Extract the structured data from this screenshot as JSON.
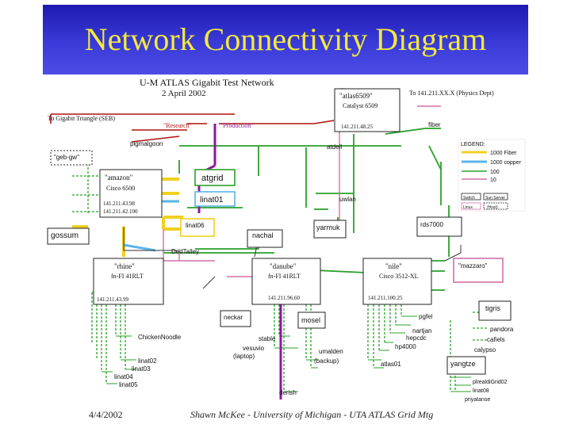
{
  "slide": {
    "title": "Network Connectivity Diagram",
    "date": "4/4/2002",
    "credit": "Shawn McKee - University of Michigan - UTA ATLAS Grid Mtg"
  },
  "diagram": {
    "heading": "U-M ATLAS Gigabit Test Network",
    "date": "2 April 2002",
    "to_gigabit": "To Gigabit Triangle (SEB)",
    "to_physics": "To 141.211.XX.X (Physics Dept)",
    "research": "\"Research\"",
    "production": "\"Production\"",
    "nodes": {
      "atlas6509": {
        "name": "\"atlas6509\"",
        "sub": "Catalyst 6509",
        "ip": "141.211.48.25"
      },
      "amazon": {
        "name": "\"amazon\"",
        "sub": "Cisco 6500",
        "ip1": "141.211.43.98",
        "ip2": "141.211.42.100"
      },
      "rhine": {
        "name": "\"rhine\"",
        "sub": "fn-FI 41RLT",
        "ip": "141.211.43.99"
      },
      "danube": {
        "name": "\"danube\"",
        "sub": "fn-FI 41RLT",
        "ip": "141.211.96.60"
      },
      "nile": {
        "name": "\"nile\"",
        "sub": "Cisco 3512-XL",
        "ip": "141.211.100.25"
      },
      "atgrid": "atgrid",
      "linat01": "linat01",
      "linat06": "linat06",
      "rds7000": "rds7000",
      "yarmuk": "yarmuk",
      "nachal": "nachal",
      "gossum": "gossum",
      "tigris": "tigris",
      "yangtze": "yangtze",
      "mosel": "mosel",
      "neckar": "neckar",
      "mazzaro": "\"mazzaro\""
    },
    "hosts": {
      "pigmalgoon": "pigmalgoon",
      "atdell": "atdell",
      "uwlan": "uwlan",
      "fiber": "fiber",
      "geb_gw": "\"geb-gw\"",
      "dedtalley": "DedTalley",
      "chickennoodle": "ChickenNoodle",
      "linat02": "linat02",
      "linat03": "linat03",
      "linat04": "linat04",
      "linat05": "linat05",
      "stable": "stable",
      "vesuvio": "vesuvio",
      "laptop": "(laptop)",
      "umalden": "umalden",
      "backup": "(backup)",
      "derish": "derish",
      "pgfel": "pgfel",
      "nartjan": "nartjan",
      "hepcdc": "hepcdc",
      "hp4000": "hp4000",
      "atlas01": "atlas01",
      "pandora": "pandora",
      "cafiels": "cafiels",
      "calypso": "calypso",
      "plrealdiGrid02": "plrealdiGrid02",
      "linat08": "linat08",
      "priyatanse": "priyatanse"
    },
    "legend": {
      "title": "LEGEND:",
      "items": [
        "1000 Fiber",
        "1000 copper",
        "100",
        "10"
      ],
      "boxes": [
        "Switch",
        "Sun Server",
        "Linux",
        "(Host)"
      ]
    },
    "colors": {
      "fiber": "#f0d020",
      "copper": "#5ab4e6",
      "fast": "#2aa02a",
      "ten": "#d070a8",
      "purple": "#8a1a9a",
      "research_red": "#b01010"
    }
  }
}
